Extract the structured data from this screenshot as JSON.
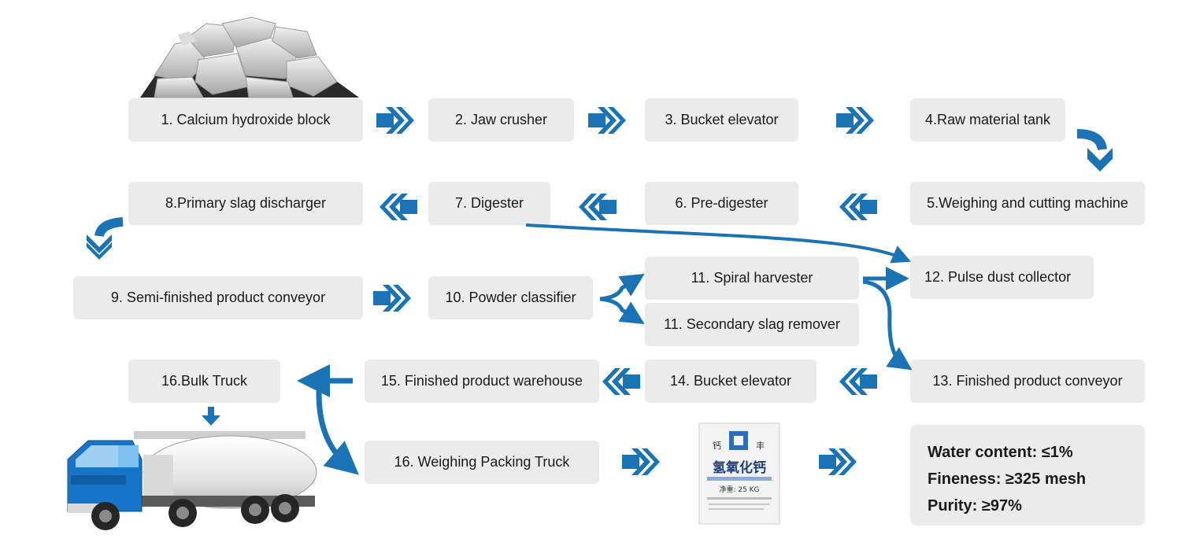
{
  "steps": {
    "s1": "1. Calcium hydroxide block",
    "s2": "2. Jaw crusher",
    "s3": "3. Bucket elevator",
    "s4": "4.Raw material tank",
    "s5": "5.Weighing and cutting machine",
    "s6": "6. Pre-digester",
    "s7": "7. Digester",
    "s8": "8.Primary slag discharger",
    "s9": "9. Semi-finished product conveyor",
    "s10": "10. Powder classifier",
    "s11a": "11. Spiral harvester",
    "s11b": "11. Secondary slag remover",
    "s12": "12. Pulse dust collector",
    "s13": "13. Finished product conveyor",
    "s14": "14. Bucket elevator",
    "s15": "15. Finished product warehouse",
    "s16a": "16.Bulk Truck",
    "s16b": "16. Weighing Packing Truck"
  },
  "specs": {
    "water": "Water content: ≤1%",
    "fineness": "Fineness: ≥325 mesh",
    "purity": "Purity: ≥97%"
  },
  "bag": {
    "brand_a": "钙",
    "brand_b": "丰",
    "product": "氢氧化钙",
    "net": "净重: 25 KG"
  },
  "colors": {
    "arrow": "#1a73b5",
    "box": "#ebebeb"
  },
  "icons": {
    "rock": "calcium-hydroxide-rock-image",
    "truck": "bulk-truck-image",
    "bag": "product-bag-image"
  }
}
